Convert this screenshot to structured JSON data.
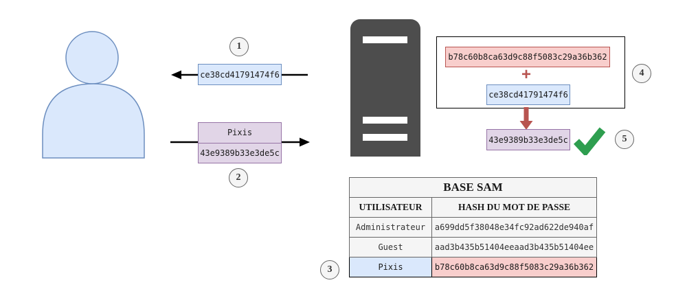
{
  "steps": {
    "step1": {
      "number": "1",
      "challenge": "ce38cd41791474f6"
    },
    "step2": {
      "number": "2",
      "username": "Pixis",
      "response": "43e9389b33e3de5c"
    },
    "step3": {
      "number": "3"
    },
    "step4": {
      "number": "4",
      "stored_hash": "b78c60b8ca63d9c88f5083c29a36b362",
      "operator": "+",
      "challenge": "ce38cd41791474f6"
    },
    "step5": {
      "number": "5",
      "computed_response": "43e9389b33e3de5c"
    }
  },
  "sam_table": {
    "title": "BASE SAM",
    "columns": [
      "UTILISATEUR",
      "HASH DU MOT DE PASSE"
    ],
    "rows": [
      {
        "user": "Administrateur",
        "hash": "a699dd5f38048e34fc92ad622de940af"
      },
      {
        "user": "Guest",
        "hash": "aad3b435b51404eeaad3b435b51404ee"
      },
      {
        "user": "Pixis",
        "hash": "b78c60b8ca63d9c88f5083c29a36b362"
      }
    ]
  },
  "colors": {
    "blue_fill": "#dae8fc",
    "blue_stroke": "#6c8ebf",
    "purple_fill": "#e1d5e7",
    "purple_stroke": "#9673a6",
    "pink_fill": "#f8cecc",
    "pink_stroke": "#b85450",
    "red_accent": "#b85450",
    "green_check": "#2e9e4f",
    "server_gray": "#4d4d4d",
    "circle_fill": "#f5f5f5",
    "circle_stroke": "#666666",
    "table_cell_fill": "#f5f5f5",
    "table_border": "#666666"
  }
}
